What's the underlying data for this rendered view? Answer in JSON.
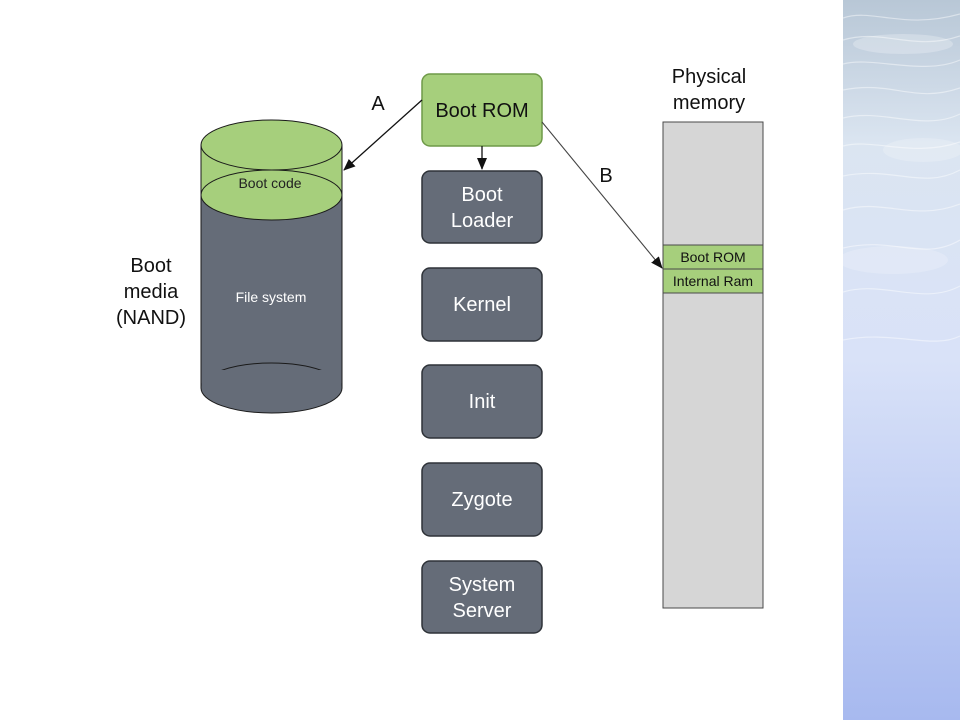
{
  "diagram": {
    "boot_rom": "Boot ROM",
    "chain": [
      {
        "line1": "Boot",
        "line2": "Loader"
      },
      {
        "line1": "Kernel",
        "line2": ""
      },
      {
        "line1": "Init",
        "line2": ""
      },
      {
        "line1": "Zygote",
        "line2": ""
      },
      {
        "line1": "System",
        "line2": "Server"
      }
    ],
    "arrow_a": "A",
    "arrow_b": "B",
    "boot_media": {
      "line1": "Boot",
      "line2": "media",
      "line3": "(NAND)",
      "top_section": "Boot code",
      "body_section": "File system"
    },
    "physical_memory": {
      "line1": "Physical",
      "line2": "memory",
      "regions": [
        "Boot ROM",
        "Internal Ram"
      ]
    }
  },
  "colors": {
    "green": "#a6cf7c",
    "green_dark": "#7fae4f",
    "gray_block": "#656c78",
    "memory_fill": "#d6d6d6",
    "sidebar_light": "#dfe8f5",
    "sidebar_dark": "#a9bcef"
  }
}
